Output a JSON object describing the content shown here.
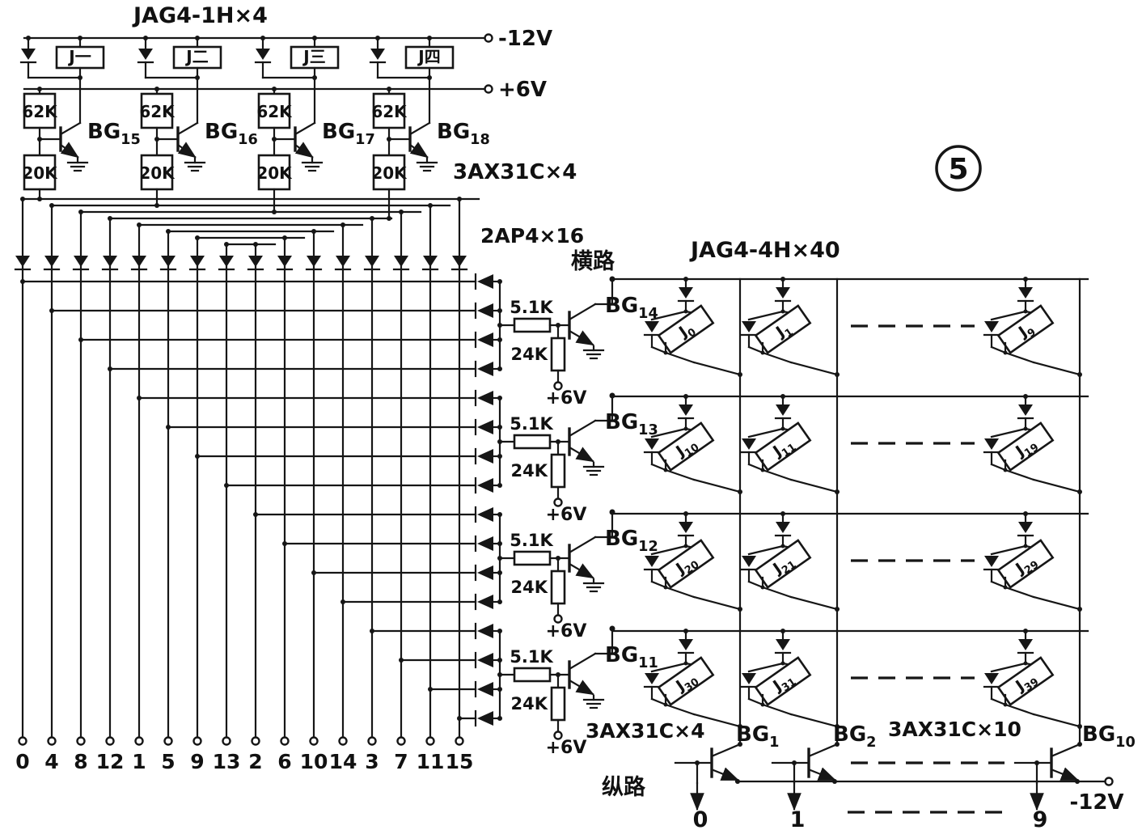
{
  "figure": {
    "number": "5"
  },
  "rails": {
    "neg12_top": "-12V",
    "pos6_top": "+6V"
  },
  "top_section": {
    "title": "JAG4-1H×4",
    "relays": [
      "J一",
      "J二",
      "J三",
      "J四"
    ],
    "transistor_type": "3AX31C×4",
    "cells": [
      {
        "r_top": "62K",
        "r_bottom": "20K",
        "bg": "BG",
        "sub": "15"
      },
      {
        "r_top": "62K",
        "r_bottom": "20K",
        "bg": "BG",
        "sub": "16"
      },
      {
        "r_top": "62K",
        "r_bottom": "20K",
        "bg": "BG",
        "sub": "17"
      },
      {
        "r_top": "62K",
        "r_bottom": "20K",
        "bg": "BG",
        "sub": "18"
      }
    ]
  },
  "decoder": {
    "diode_type": "2AP4×16",
    "terminals": [
      "0",
      "4",
      "8",
      "12",
      "1",
      "5",
      "9",
      "13",
      "2",
      "6",
      "10",
      "14",
      "3",
      "7",
      "11",
      "15"
    ],
    "driver_type": "3AX31C×4",
    "drivers": [
      {
        "r_base": "5.1K",
        "r_pull": "24K",
        "supply": "+6V",
        "bg": "BG",
        "sub": "14"
      },
      {
        "r_base": "5.1K",
        "r_pull": "24K",
        "supply": "+6V",
        "bg": "BG",
        "sub": "13"
      },
      {
        "r_base": "5.1K",
        "r_pull": "24K",
        "supply": "+6V",
        "bg": "BG",
        "sub": "12"
      },
      {
        "r_base": "5.1K",
        "r_pull": "24K",
        "supply": "+6V",
        "bg": "BG",
        "sub": "11"
      }
    ]
  },
  "matrix": {
    "title": "JAG4-4H×40",
    "row_label": "横路",
    "relay_prefix": "J",
    "rows": [
      [
        "0",
        "1",
        "9"
      ],
      [
        "10",
        "11",
        "19"
      ],
      [
        "20",
        "21",
        "29"
      ],
      [
        "30",
        "31",
        "39"
      ]
    ]
  },
  "bottom": {
    "col_label": "纵路",
    "transistor_type": "3AX31C×10",
    "transistors": [
      {
        "bg": "BG",
        "sub": "1"
      },
      {
        "bg": "BG",
        "sub": "2"
      },
      {
        "bg": "BG",
        "sub": "10"
      }
    ],
    "outputs": [
      "0",
      "1",
      "9"
    ],
    "rail": "-12V"
  }
}
